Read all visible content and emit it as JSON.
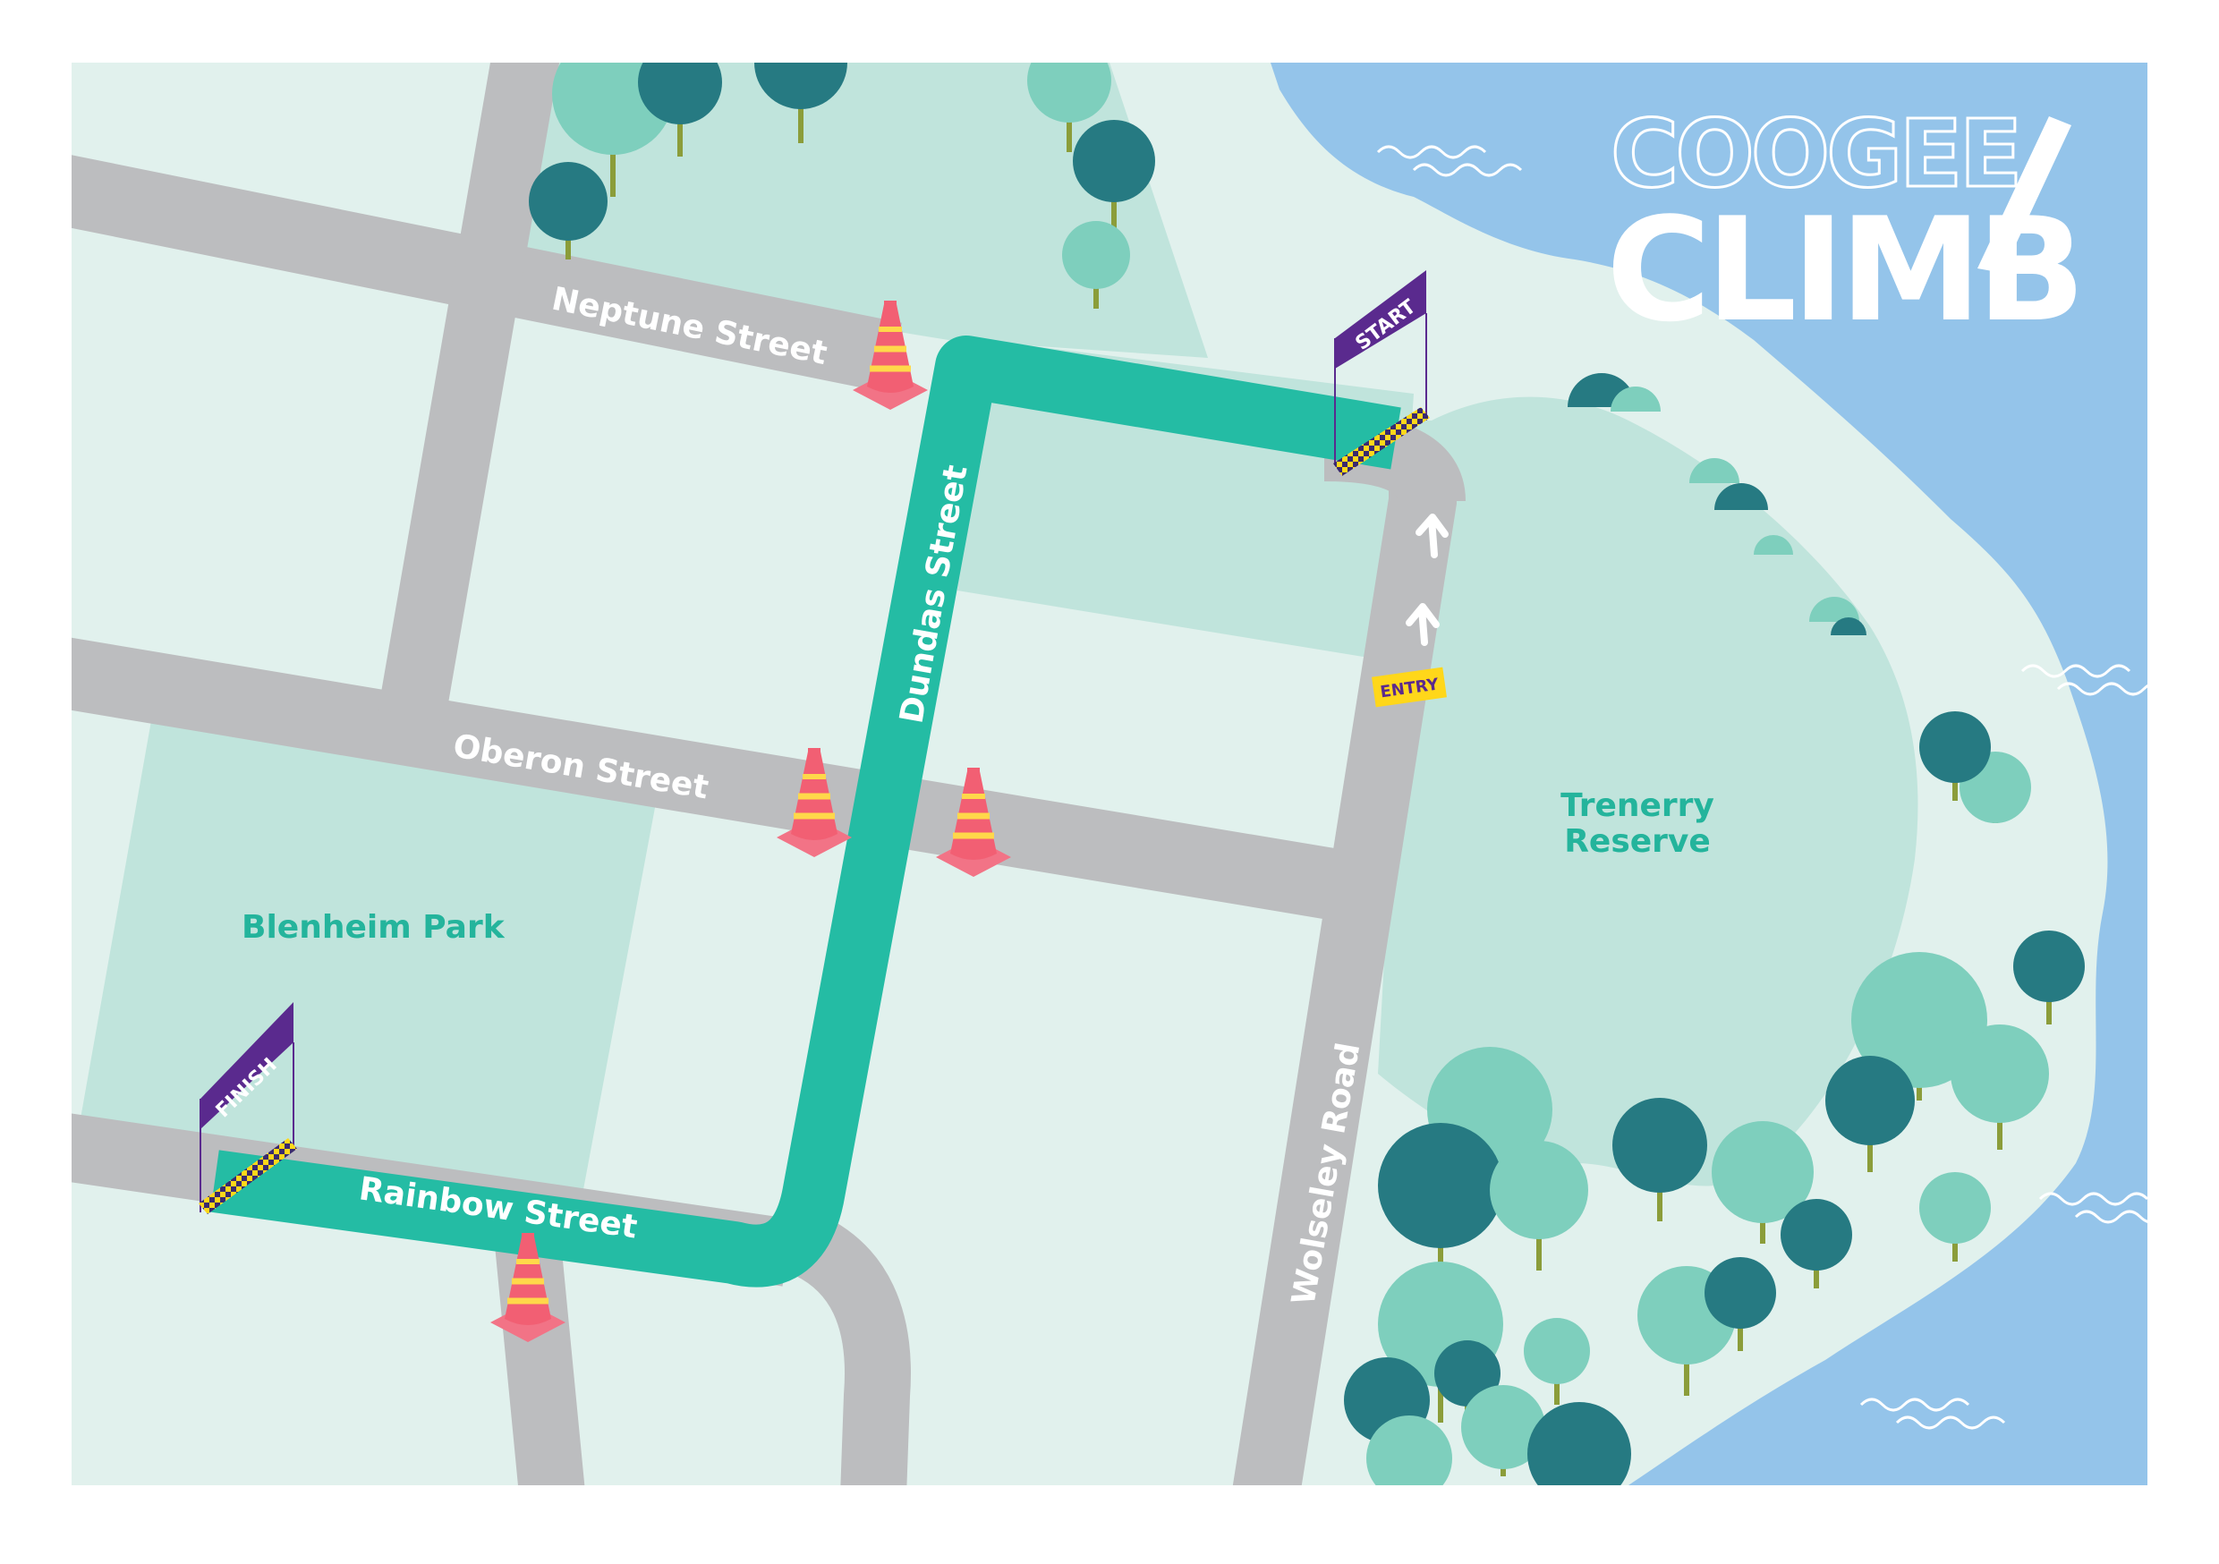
{
  "logo": {
    "line1": "COOGEE",
    "line2": "CLIMB"
  },
  "streets": {
    "neptune": "Neptune Street",
    "oberon": "Oberon Street",
    "dundas": "Dundas Street",
    "rainbow": "Rainbow Street",
    "wolseley": "Wolseley Road"
  },
  "parks": {
    "blenheim": "Blenheim Park",
    "trenerry_line1": "Trenerry",
    "trenerry_line2": "Reserve"
  },
  "markers": {
    "start": "START",
    "finish": "FINISH",
    "entry": "ENTRY"
  },
  "icons": [
    "traffic-cone-icon",
    "tree-icon",
    "arrow-up-icon",
    "wave-icon",
    "checkered-line-icon",
    "flag-banner-icon"
  ],
  "colors": {
    "land": "#e1f1ed",
    "park": "#c0e4dc",
    "water": "#94c4ea",
    "road": "#bcbdbf",
    "route": "#24bca4",
    "label_text": "#ffffff",
    "park_text": "#24b49c",
    "banner": "#5a2a8e",
    "entry_badge": "#ffd71a",
    "cone": "#f25f73",
    "cone_stripe": "#ffd84a",
    "tree_dark": "#267a82",
    "tree_light": "#7ecfbd"
  }
}
